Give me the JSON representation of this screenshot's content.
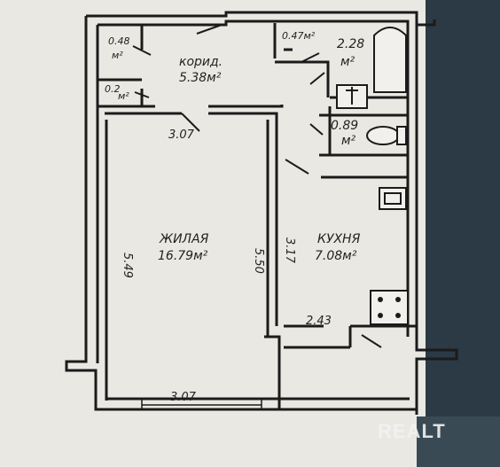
{
  "rooms": {
    "closet1": {
      "area": "0.48",
      "unit": "м²"
    },
    "closet2": {
      "area": "0.2",
      "unit": "м²"
    },
    "corridor": {
      "name": "корид.",
      "area": "5.38м²"
    },
    "wc": {
      "area": "0.47м²"
    },
    "bath": {
      "area": "2.28",
      "unit": "м²"
    },
    "toilet": {
      "area": "0.89",
      "unit": "м²"
    },
    "living": {
      "name": "ЖИЛАЯ",
      "area": "16.79м²"
    },
    "kitchen": {
      "name": "КУХНЯ",
      "area": "7.08м²"
    }
  },
  "dimensions": {
    "living_top": "3.07",
    "living_bottom": "3.07",
    "living_left": "5.49",
    "living_right": "5.50",
    "kitchen_left": "3.17",
    "kitchen_bottom": "2.43"
  },
  "watermark": "REALT"
}
